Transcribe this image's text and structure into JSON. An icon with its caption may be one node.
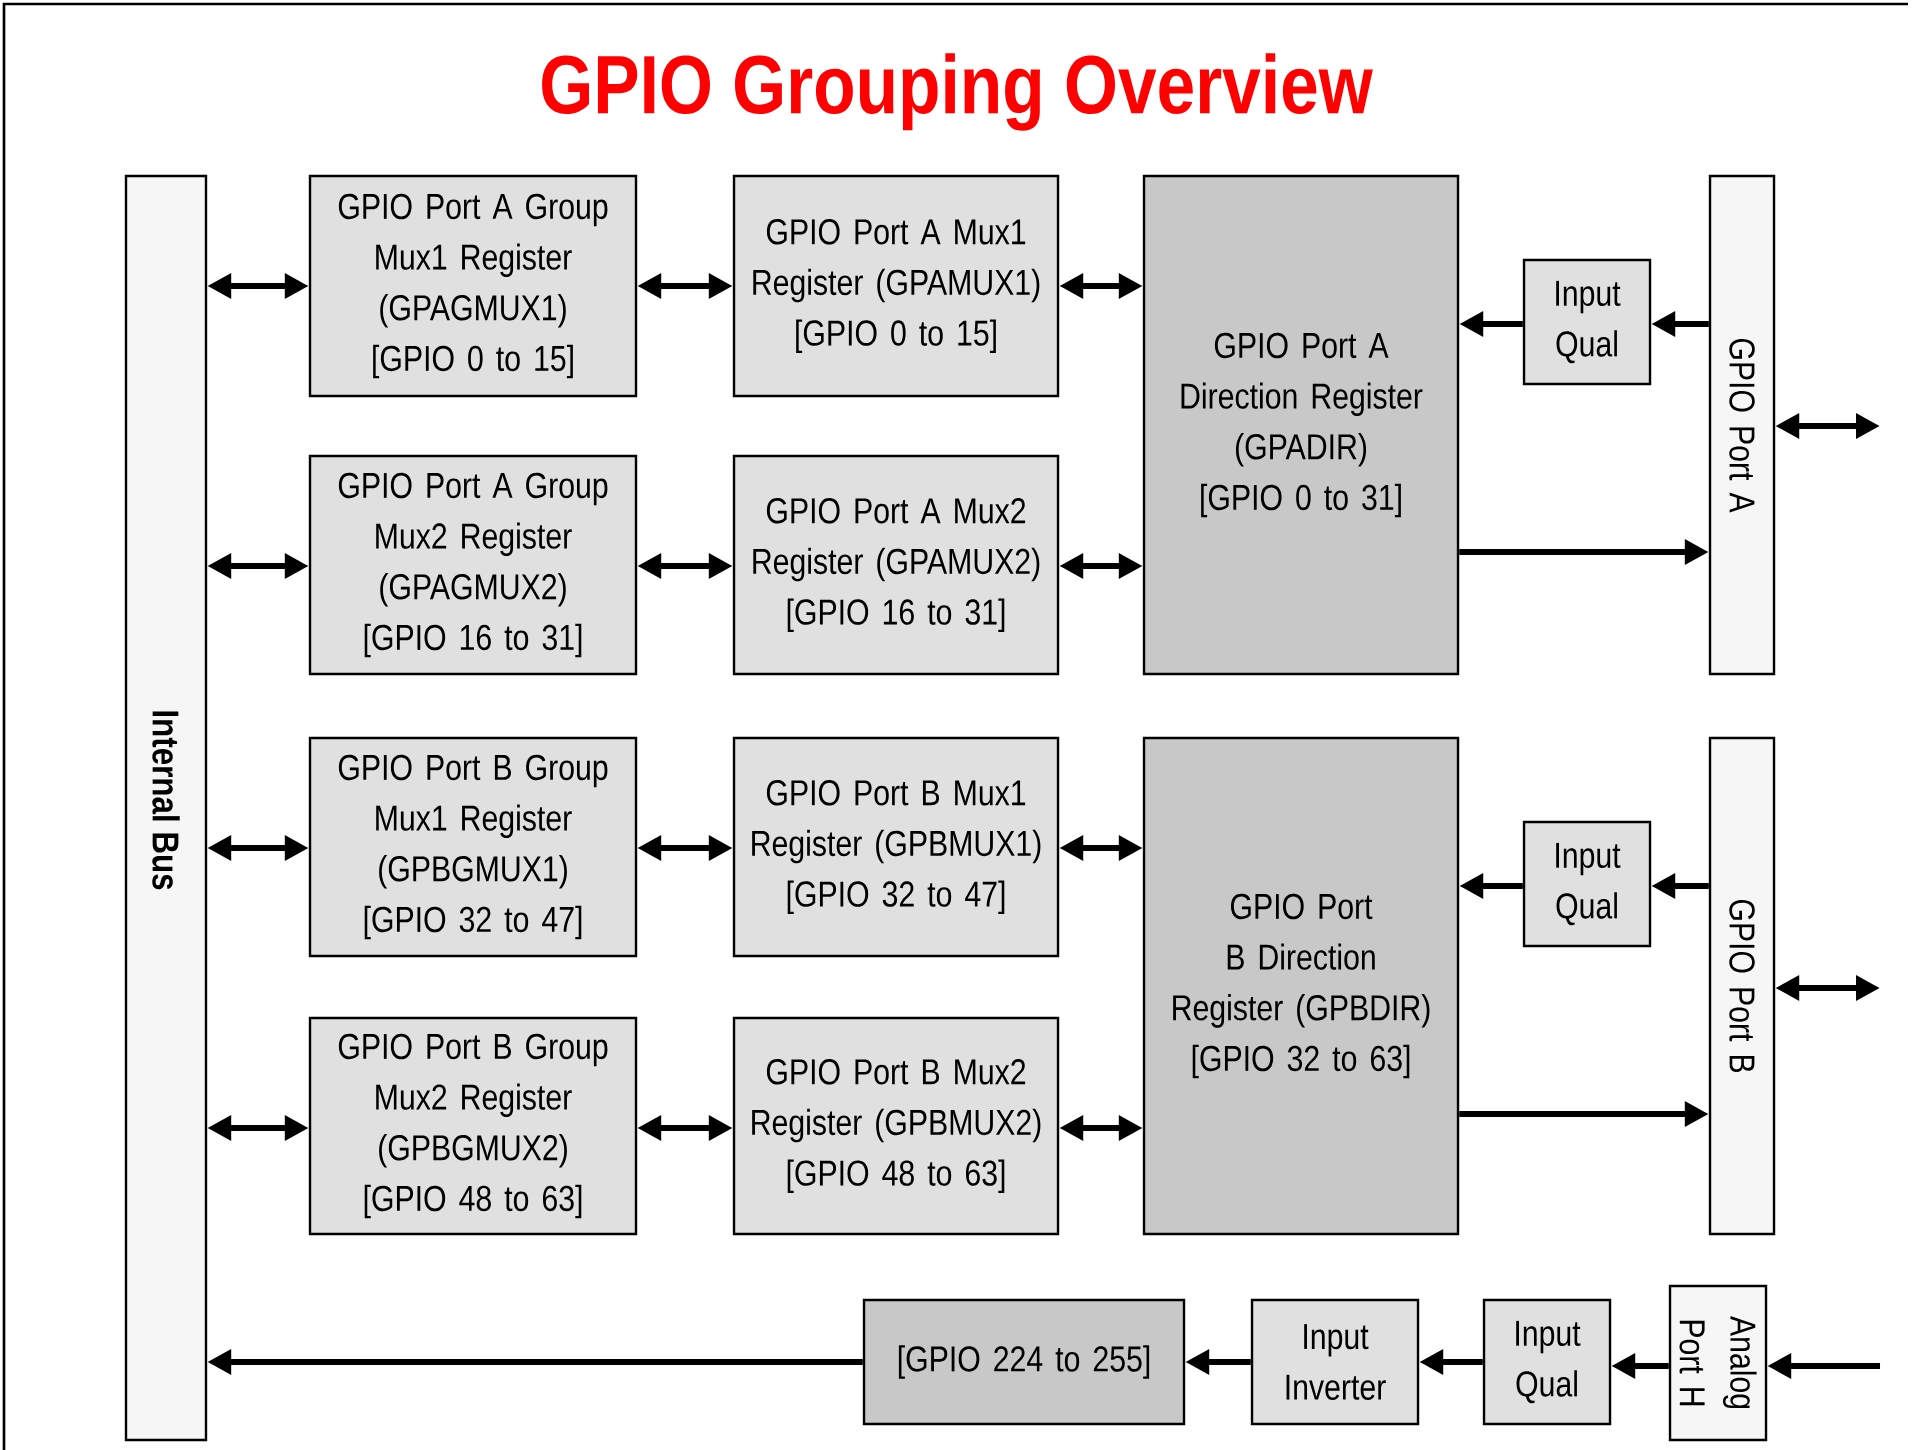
{
  "diagram": {
    "title": "GPIO Grouping Overview",
    "nodes": [
      {
        "text": [
          "Internal Bus"
        ]
      },
      {
        "text": [
          "GPIO Port A Group Mux1 Register (GPAGMUX1) [GPIO 0 to 15]"
        ]
      },
      {
        "text": [
          "GPIO Port A Mux1 Register (GPAMUX1) [GPIO 0 to 15]"
        ]
      },
      {
        "text": [
          "GPIO Port A Group Mux2 Register (GPAGMUX2) [GPIO 16 to 31]"
        ]
      },
      {
        "text": [
          "GPIO Port A Mux2 Register (GPAMUX2) [GPIO 16 to 31]"
        ]
      },
      {
        "text": [
          "GPIO Port A Direction Register (GPADIR) [GPIO 0 to 31]"
        ]
      },
      {
        "text": [
          "Input Qual"
        ]
      },
      {
        "text": [
          "GPIO Port A"
        ]
      },
      {
        "text": [
          "GPIO Port B Group Mux1 Register (GPBGMUX1) [GPIO 32 to 47]"
        ]
      },
      {
        "text": [
          "GPIO Port B Mux1 Register (GPBMUX1) [GPIO 32 to 47]"
        ]
      },
      {
        "text": [
          "GPIO Port B Group Mux2 Register (GPBGMUX2) [GPIO 48 to 63]"
        ]
      },
      {
        "text": [
          "GPIO Port B Mux2 Register (GPBMUX2) [GPIO 48 to 63]"
        ]
      },
      {
        "text": [
          "GPIO Port B Direction Register (GPBDIR) [GPIO 32 to 63]"
        ]
      },
      {
        "text": [
          "Input Qual"
        ]
      },
      {
        "text": [
          "GPIO Port B"
        ]
      },
      {
        "text": [
          "[GPIO 224 to 255]"
        ]
      },
      {
        "text": [
          "Input Inverter"
        ]
      },
      {
        "text": [
          "Input Qual"
        ]
      },
      {
        "text": [
          "Analog Port H"
        ]
      }
    ],
    "edges": [
      {
        "from": 0,
        "to": 1,
        "arrow": "both"
      },
      {
        "from": 1,
        "to": 2,
        "arrow": "both"
      },
      {
        "from": 2,
        "to": 5,
        "arrow": "both"
      },
      {
        "from": 0,
        "to": 3,
        "arrow": "both"
      },
      {
        "from": 3,
        "to": 4,
        "arrow": "both"
      },
      {
        "from": 4,
        "to": 5,
        "arrow": "both"
      },
      {
        "from": 7,
        "to": 6,
        "arrow": "to"
      },
      {
        "from": 6,
        "to": 5,
        "arrow": "to"
      },
      {
        "from": 5,
        "to": 7,
        "arrow": "to"
      },
      {
        "from": 7,
        "to": null,
        "arrow": "both"
      },
      {
        "from": 0,
        "to": 8,
        "arrow": "both"
      },
      {
        "from": 8,
        "to": 9,
        "arrow": "both"
      },
      {
        "from": 9,
        "to": 12,
        "arrow": "both"
      },
      {
        "from": 0,
        "to": 10,
        "arrow": "both"
      },
      {
        "from": 10,
        "to": 11,
        "arrow": "both"
      },
      {
        "from": 11,
        "to": 12,
        "arrow": "both"
      },
      {
        "from": 14,
        "to": 13,
        "arrow": "to"
      },
      {
        "from": 13,
        "to": 12,
        "arrow": "to"
      },
      {
        "from": 12,
        "to": 14,
        "arrow": "to"
      },
      {
        "from": 14,
        "to": null,
        "arrow": "both"
      },
      {
        "from": null,
        "to": 18,
        "arrow": "to"
      },
      {
        "from": 18,
        "to": 17,
        "arrow": "to"
      },
      {
        "from": 17,
        "to": 16,
        "arrow": "to"
      },
      {
        "from": 16,
        "to": 15,
        "arrow": "to"
      },
      {
        "from": 15,
        "to": 0,
        "arrow": "to"
      }
    ]
  }
}
